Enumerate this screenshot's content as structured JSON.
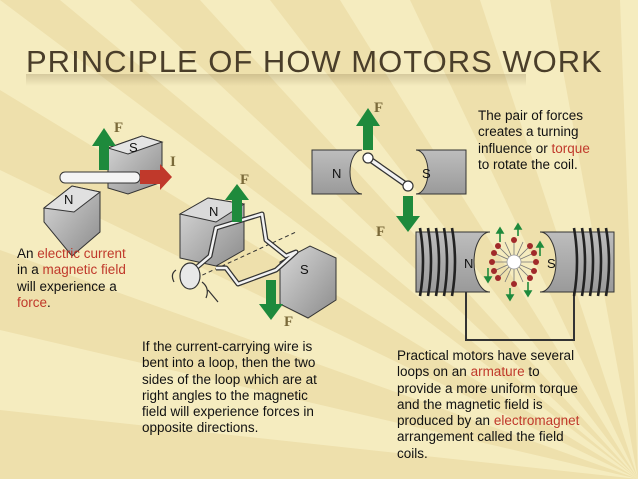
{
  "slide": {
    "title": "PRINCIPLE OF HOW MOTORS WORK"
  },
  "figure1": {
    "force_label": "F",
    "current_label": "I",
    "pole_s": "S",
    "pole_n": "N"
  },
  "figure2": {
    "force_top_label": "F",
    "force_bottom_label": "F",
    "pole_n": "N",
    "pole_s": "S"
  },
  "figure3": {
    "force_top_label": "F",
    "force_bottom_label": "F",
    "pole_n": "N",
    "pole_s": "S"
  },
  "figure4": {
    "pole_n": "N",
    "pole_s": "S"
  },
  "captions": {
    "c1": {
      "line1_pre": "An ",
      "line1_hl": "electric current",
      "line2_pre": "in a ",
      "line2_hl": "magnetic field",
      "line3": "will experience a",
      "line4_hl": "force",
      "line4_post": "."
    },
    "c2": {
      "line1": "The pair of forces",
      "line2": "creates a turning",
      "line3_pre": "influence or ",
      "line3_hl": "torque",
      "line4": "to rotate the coil."
    },
    "c3": {
      "line1": "If the current-carrying wire is",
      "line2": "bent into a loop, then the two",
      "line3": "sides of the loop which are at",
      "line4": "right angles to the magnetic",
      "line5": "field will experience forces in",
      "line6": "opposite directions."
    },
    "c4": {
      "line1": "Practical motors have several",
      "line2_pre": "loops on an ",
      "line2_hl": "armature",
      "line2_post": " to",
      "line3": "provide a more uniform torque",
      "line4": "and the magnetic field is",
      "line5_pre": "produced by an ",
      "line5_hl": "electromagnet",
      "line6": "arrangement called the field",
      "line7": "coils."
    }
  },
  "colors": {
    "background": "#f5ecbf",
    "ray": "#e9d9a0",
    "highlight": "#c0392b",
    "arrow_green": "#1e8a3c",
    "magnet_gray": "#9a9a9a",
    "force_label": "#7a6a3a"
  }
}
